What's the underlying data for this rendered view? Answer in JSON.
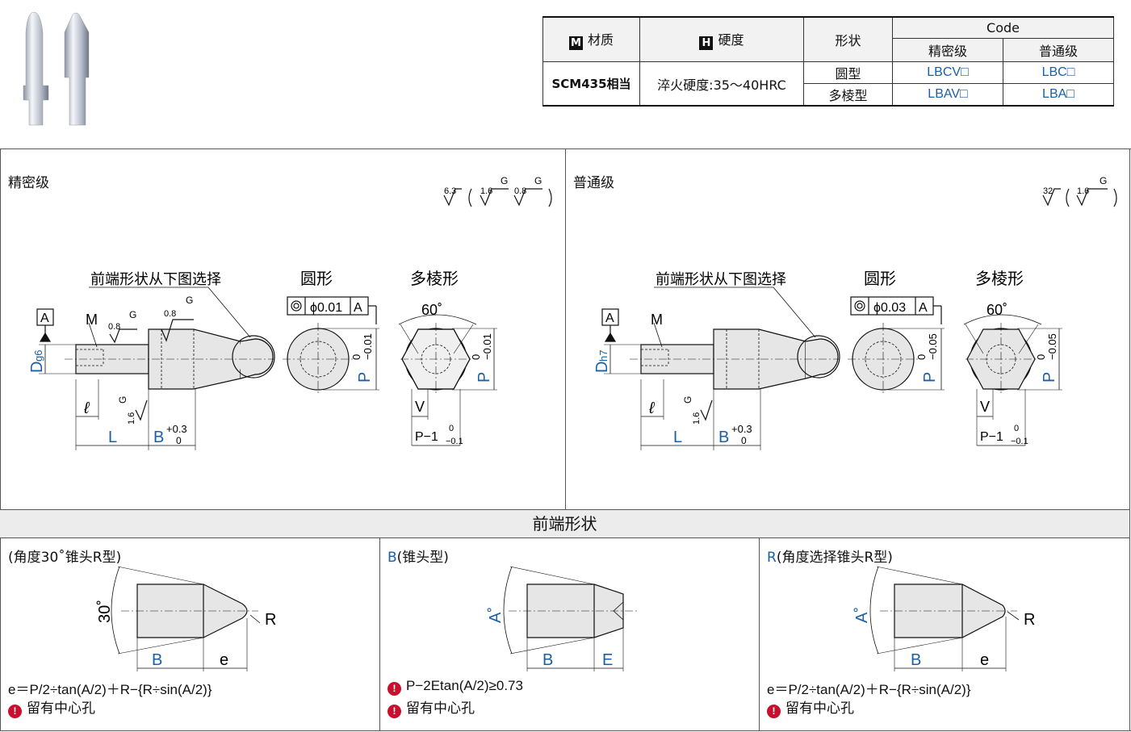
{
  "table": {
    "h_material": "材质",
    "h_hardness": "硬度",
    "h_shape": "形状",
    "h_code": "Code",
    "h_precision": "精密级",
    "h_normal": "普通级",
    "badge_m": "M",
    "badge_h": "H",
    "material": "SCM435相当",
    "hardness": "淬火硬度:35～40HRC",
    "rows": [
      {
        "shape": "圆型",
        "precision": "LBCV□",
        "normal": "LBC□"
      },
      {
        "shape": "多棱型",
        "precision": "LBAV□",
        "normal": "LBA□"
      }
    ]
  },
  "left_panel": {
    "title": "精密级",
    "front_label": "前端形状从下图选择",
    "round": "圆形",
    "poly": "多棱形",
    "tol_round": "ϕ0.01",
    "datum": "A",
    "fit": "g6",
    "roughness": [
      "6.3",
      "1.6",
      "0.8"
    ],
    "p_tol": "−0.01"
  },
  "right_panel": {
    "title": "普通级",
    "front_label": "前端形状从下图选择",
    "round": "圆形",
    "poly": "多棱形",
    "tol_round": "ϕ0.03",
    "datum": "A",
    "fit": "h7",
    "roughness": [
      "32",
      "1.6"
    ],
    "p_tol": "−0.05"
  },
  "dims": {
    "D": "D",
    "M": "M",
    "L": "L",
    "B": "B",
    "B_tol_up": "+0.3",
    "B_tol_low": "0",
    "l": "ℓ",
    "G": "G",
    "P": "P",
    "V": "V",
    "angle": "60˚",
    "P_minus": "P−1",
    "P_minus_up": "0",
    "P_minus_low": "−0.1",
    "zero": "0",
    "r08": "0.8",
    "r16": "1.6"
  },
  "bottom": {
    "title": "前端形状",
    "col1_title": "(角度30˚锥头R型)",
    "col2_title_prefix": "B",
    "col2_title": "(锥头型)",
    "col3_title_prefix": "R",
    "col3_title": "(角度选择锥头R型)",
    "angle30": "30˚",
    "angleA": "A˚",
    "R": "R",
    "B": "B",
    "e": "e",
    "E": "E",
    "formula1": "e＝P/2÷tan(A/2)＋R−{R÷sin(A/2)}",
    "formula2": "P−2Etan(A/2)≥0.73",
    "formula3": "e＝P/2÷tan(A/2)＋R−{R÷sin(A/2)}",
    "note": "留有中心孔",
    "warn_icon": "!"
  }
}
